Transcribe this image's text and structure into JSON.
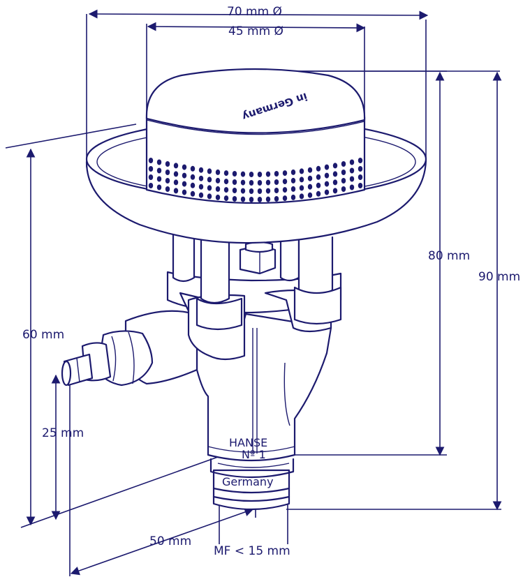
{
  "dimensions": {
    "outer_diameter": "70 mm Ø",
    "inner_diameter": "45 mm Ø",
    "height_80": "80 mm",
    "height_90": "90 mm",
    "height_60": "60 mm",
    "height_25": "25 mm",
    "depth_50": "50 mm",
    "thread": "MF < 15 mm"
  },
  "markings": {
    "brand": "HANSE",
    "model": "Nº 1",
    "origin": "Germany",
    "cap_text": "in Germany"
  },
  "colors": {
    "line": "#1c1a6e",
    "background": "#ffffff"
  }
}
